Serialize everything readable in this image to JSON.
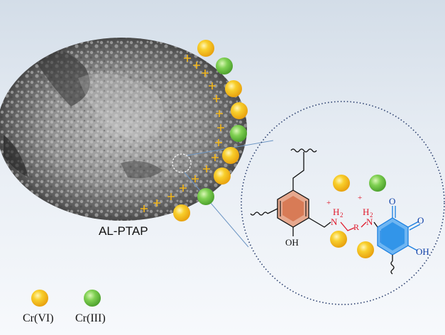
{
  "sample_label": "AL-PTAP",
  "legend": [
    {
      "label": "Cr(VI)",
      "color": "#f5c21b"
    },
    {
      "label": "Cr(III)",
      "color": "#6cc447"
    }
  ],
  "structure": {
    "oh_left": "OH",
    "oh_right": "OH",
    "nh2_left": "H",
    "nh2_left_sub": "2",
    "nh_left_n": "N",
    "nh2_right": "H",
    "nh2_right_sub": "2",
    "nh_right_n": "N",
    "linker": "R",
    "plus": "+",
    "carbonyl_o": "O"
  },
  "colors": {
    "cr6": "#f5c21b",
    "cr3": "#6cc447",
    "phenol_ring": "#c0603a",
    "quinone_ring": "#1a7fe0",
    "amine": "#e01a2c",
    "surface_charge": "#f1b51a"
  }
}
